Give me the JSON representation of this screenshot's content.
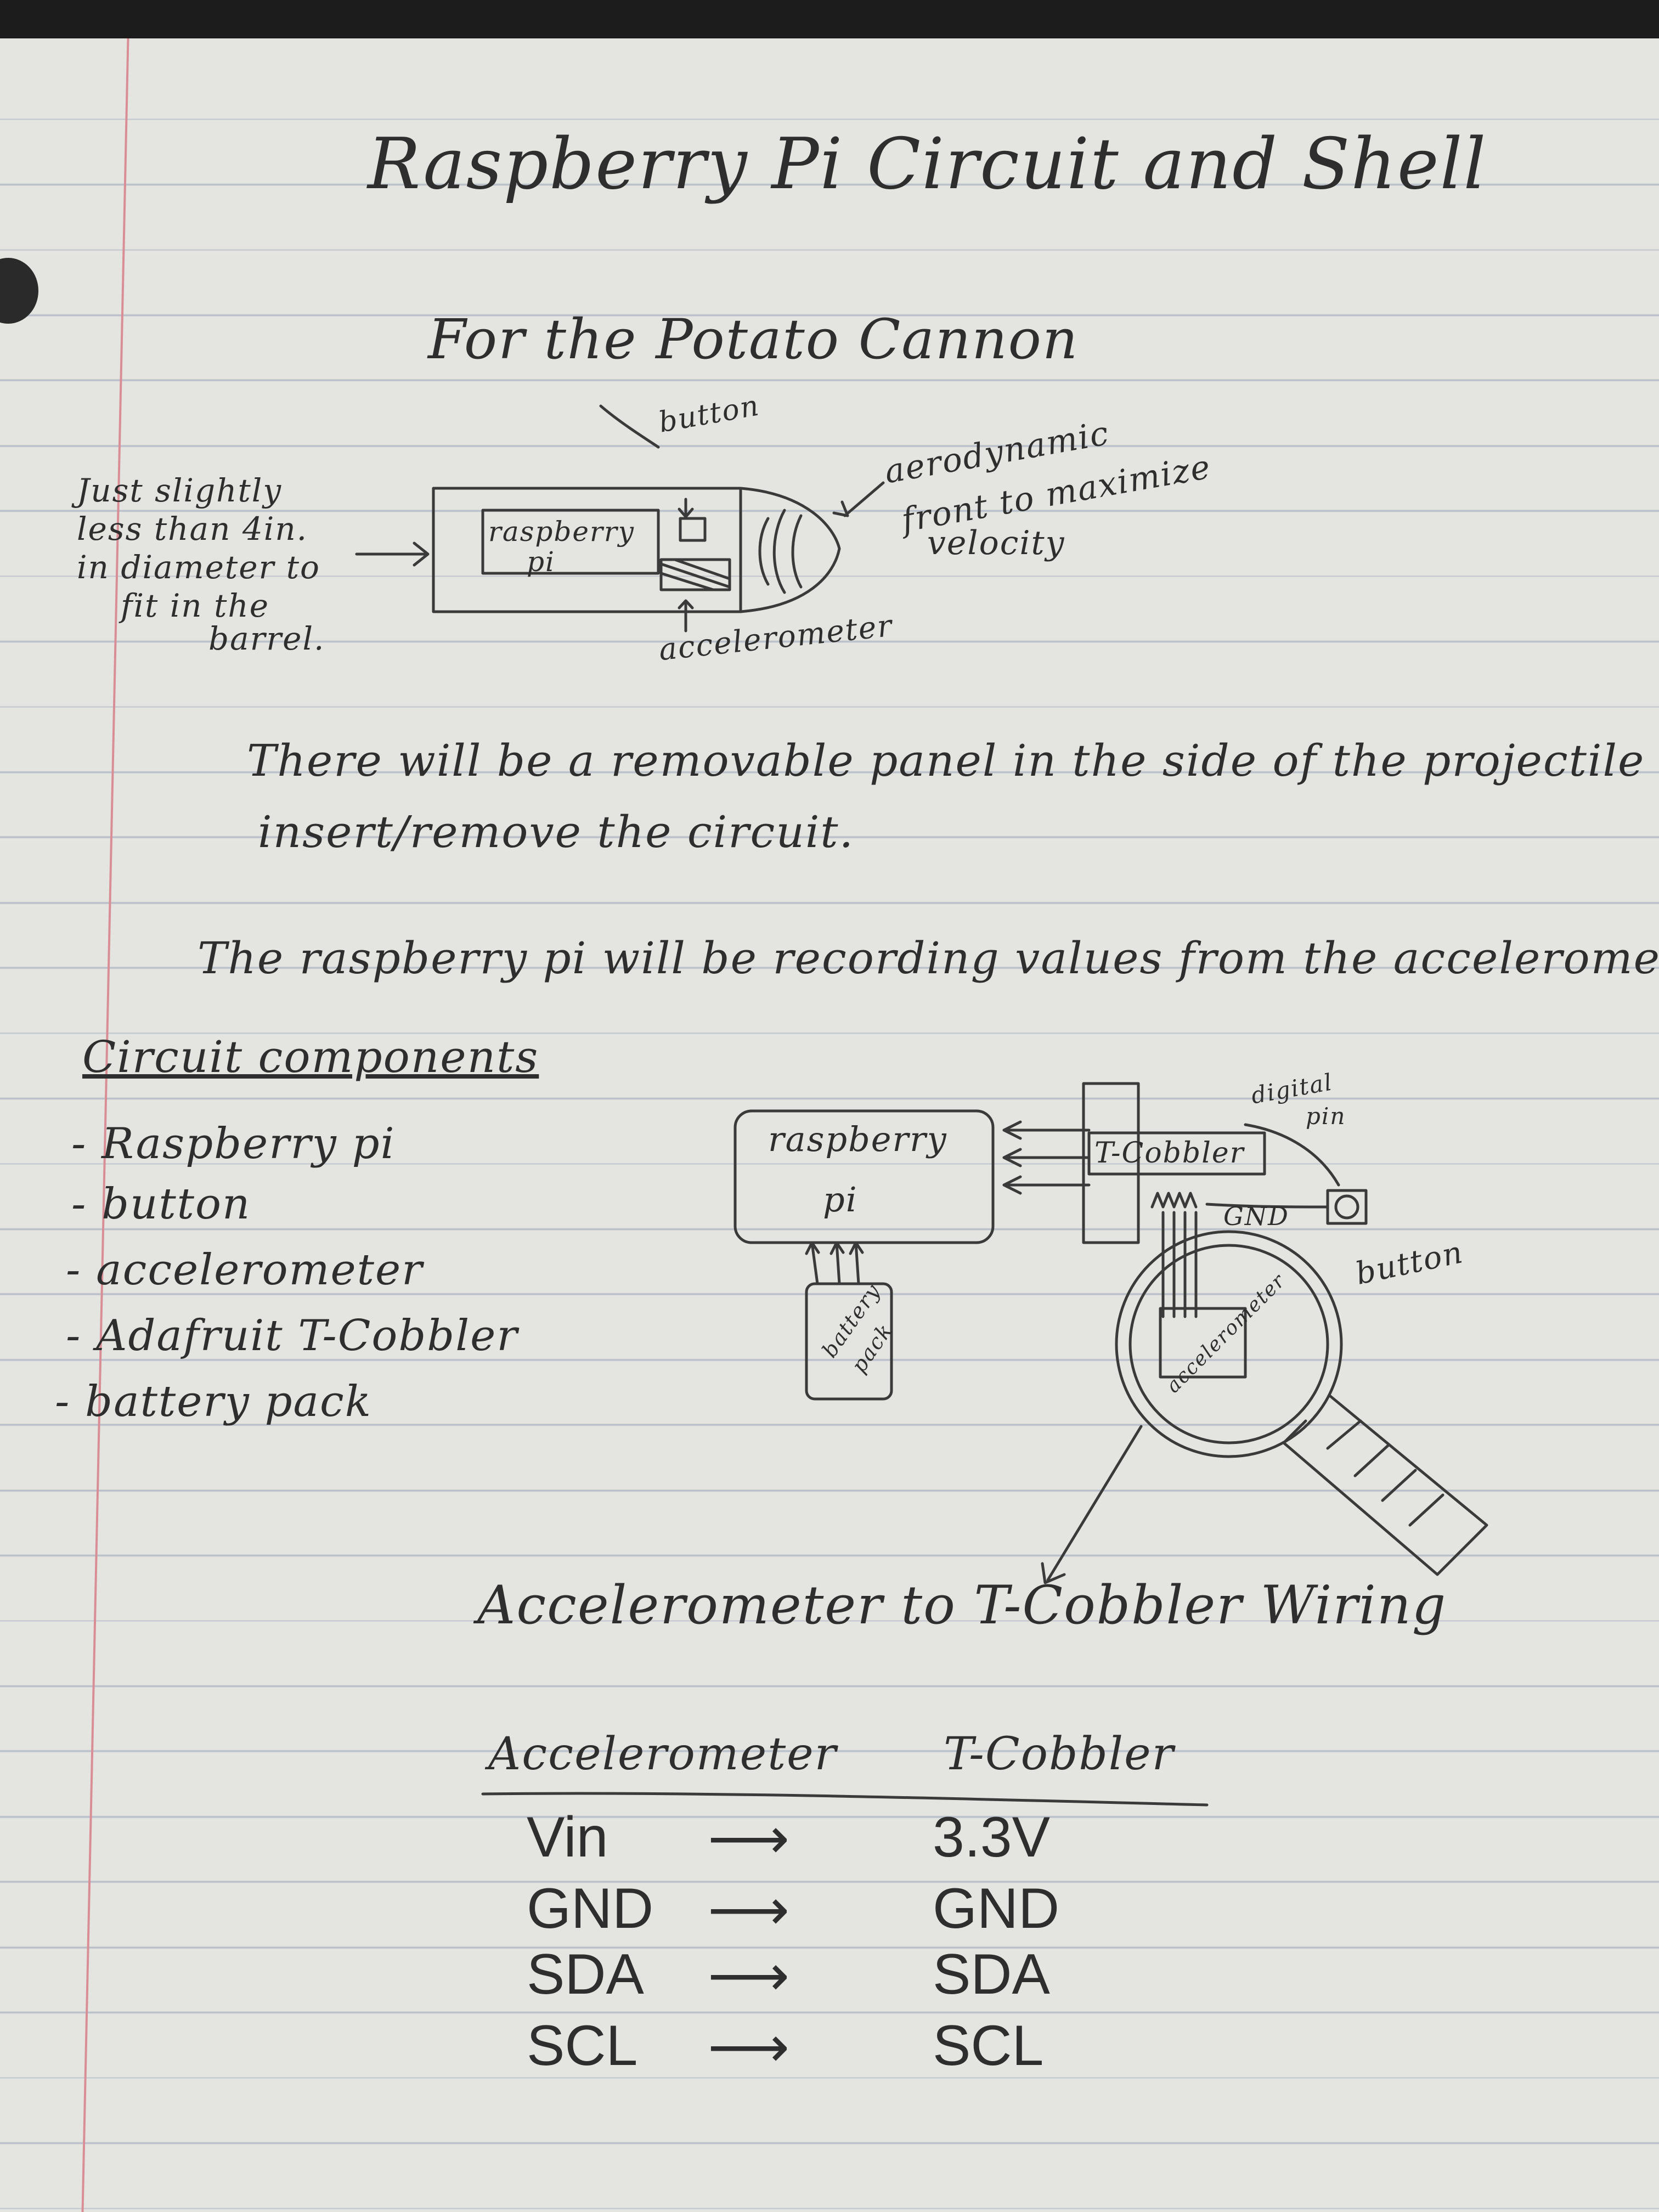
{
  "title": "Raspberry Pi Circuit and Shell",
  "subtitle": "For the Potato Cannon",
  "shell_diagram": {
    "size_note": [
      "Just slightly",
      "less than 4in.",
      "in diameter to",
      "fit in the",
      "barrel."
    ],
    "button_label": "button",
    "pi_label": [
      "raspberry",
      "pi"
    ],
    "front_note": [
      "aerodynamic",
      "front to maximize",
      "velocity"
    ],
    "accelerometer_label": "accelerometer"
  },
  "notes": [
    "There will be a removable panel in the side of the projectile to",
    "insert/remove the circuit.",
    "The raspberry pi will be recording values from the accelerometer"
  ],
  "components": {
    "heading": "Circuit components",
    "items": [
      "- Raspberry pi",
      "- button",
      "- accelerometer",
      "- Adafruit T-Cobbler",
      "- battery pack"
    ]
  },
  "circuit_diagram": {
    "pi_label": [
      "raspberry",
      "pi"
    ],
    "battery_label": [
      "battery",
      "pack"
    ],
    "tcobbler_label": "T-Cobbler",
    "digital_pin_label": [
      "digital",
      "pin"
    ],
    "gnd_label": "GND",
    "button_label": "button",
    "accelerometer_label": "accelerometer"
  },
  "wiring": {
    "title": "Accelerometer to T-Cobbler Wiring",
    "header_from": "Accelerometer",
    "header_to": "T-Cobbler",
    "arrow": "⟶",
    "rows": [
      {
        "from": "Vin",
        "to": "3.3V"
      },
      {
        "from": "GND",
        "to": "GND"
      },
      {
        "from": "SDA",
        "to": "SDA"
      },
      {
        "from": "SCL",
        "to": "SCL"
      }
    ]
  }
}
